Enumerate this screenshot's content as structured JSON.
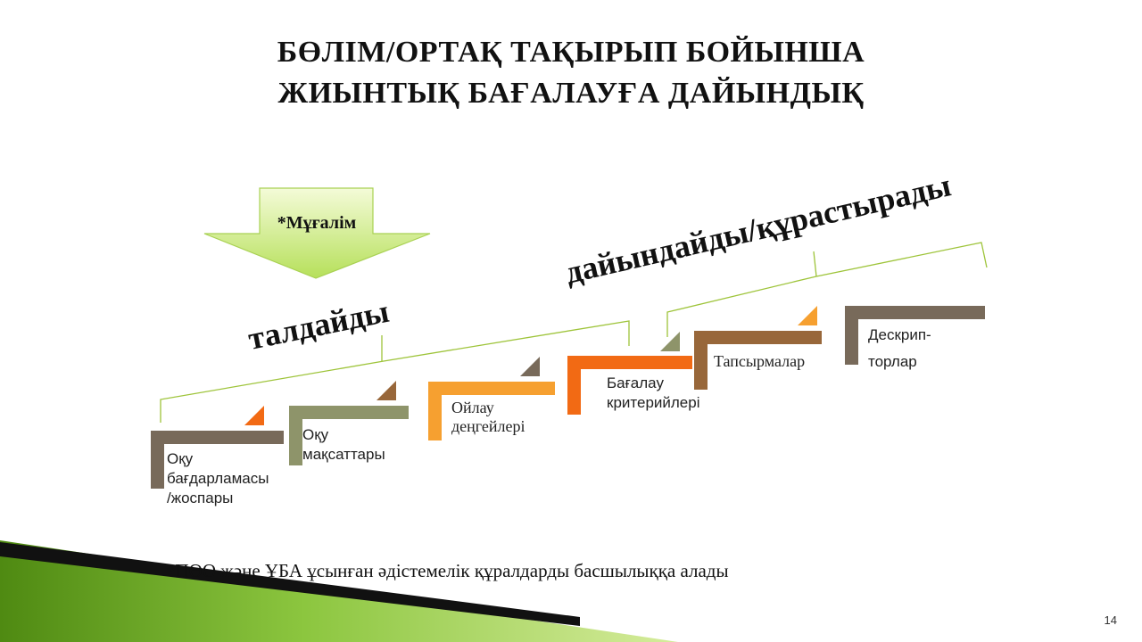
{
  "title": {
    "line1": "БӨЛІМ/ОРТАҚ ТАҚЫРЫП БОЙЫНША",
    "line2": "ЖИЫНТЫҚ БАҒАЛАУҒА ДАЙЫНДЫҚ"
  },
  "arrow_label": "*Мұғалім",
  "label_analyze": "талдайды",
  "label_prepare": "дайындайды/құрастырады",
  "steps": [
    {
      "lines": [
        "Оқу",
        "бағдарламасы",
        "/жоспары"
      ],
      "color": "#786a5a",
      "accent": "#f26a14"
    },
    {
      "lines": [
        "Оқу",
        "мақсаттары"
      ],
      "color": "#8e946a",
      "accent": "#98673a"
    },
    {
      "lines": [
        "Ойлау",
        "деңгейлері"
      ],
      "color": "#f6a030",
      "accent": "#786a5a"
    },
    {
      "lines": [
        "Бағалау",
        "критерийлері"
      ],
      "color": "#f26a14",
      "accent": "#8e946a"
    },
    {
      "lines": [
        "Тапсырмалар"
      ],
      "color": "#98673a",
      "accent": "#f6a030"
    },
    {
      "lines": [
        "Дескрип-",
        "торлар"
      ],
      "color": "#786a5a",
      "accent": ""
    }
  ],
  "footnote": "*ПӨО және ҰБА ұсынған әдістемелік құралдарды басшылыққа алады",
  "page_number": "14",
  "colors": {
    "bracket": "#9ec43a",
    "arrow_fill_top": "#f4fbd8",
    "arrow_fill_bottom": "#b6e05a",
    "wedge_green": "#7fb52a",
    "wedge_black": "#111111"
  }
}
